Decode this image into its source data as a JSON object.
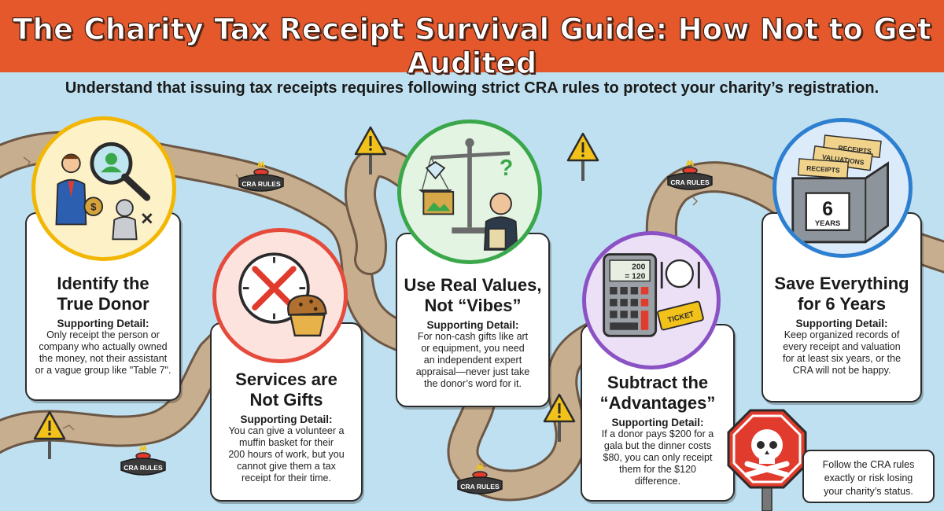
{
  "title": "The Charity Tax Receipt Survival Guide: How Not to Get Audited",
  "subtitle": "Understand that issuing tax receipts requires following strict CRA rules to protect your charity’s registration.",
  "steps": [
    {
      "title_line1": "Identify the",
      "title_line2": "True Donor",
      "label": "Supporting Detail:",
      "detail_lines": [
        "Only receipt the person or",
        "company who actually owned",
        "the money, not their assistant",
        "or a vague group like \"Table 7\"."
      ],
      "icon": "donor-search-icon",
      "accent": "#f2b705"
    },
    {
      "title_line1": "Services are",
      "title_line2": "Not Gifts",
      "label": "Supporting Detail:",
      "detail_lines": [
        "You can give a volunteer a",
        "muffin basket for their",
        "200 hours of work, but you",
        "cannot give them a tax",
        "receipt for their time."
      ],
      "icon": "crossed-clock-muffin-icon",
      "accent": "#e54b3c"
    },
    {
      "title_line1": "Use Real Values,",
      "title_line2": "Not “Vibes”",
      "label": "Supporting Detail:",
      "detail_lines": [
        "For non-cash gifts like art",
        "or equipment, you need",
        "an independent expert",
        "appraisal—never just take",
        "the donor’s word for it."
      ],
      "icon": "scale-appraiser-icon",
      "accent": "#3aa84a"
    },
    {
      "title_line1": "Subtract the",
      "title_line2": "“Advantages”",
      "label": "Supporting Detail:",
      "detail_lines": [
        "If a donor pays $200 for a",
        "gala but the dinner costs",
        "$80, you can only receipt",
        "them for the $120",
        "difference."
      ],
      "icon": "calculator-dinner-icon",
      "accent": "#8a52c4"
    },
    {
      "title_line1": "Save Everything",
      "title_line2": "for 6 Years",
      "label": "Supporting Detail:",
      "detail_lines": [
        "Keep organized records of",
        "every receipt and valuation",
        "for at least six years, or the",
        "CRA will not be happy."
      ],
      "icon": "file-box-icon",
      "accent": "#2d7fd0"
    }
  ],
  "illustration_text": {
    "calc_line1": "200",
    "calc_line2": "= 120",
    "ticket": "TICKET",
    "folder1": "RECEIPTS",
    "folder2": "VALUATIONS",
    "folder3": "RECEIPTS",
    "years_number": "6",
    "years_label": "YEARS"
  },
  "buttons": [
    "CRA RULES",
    "CRA RULES",
    "CRA RULES",
    "CRA RULES"
  ],
  "footer": {
    "line1": "Follow the CRA rules",
    "line2": "exactly or risk losing",
    "line3": "your charity’s status."
  },
  "colors": {
    "banner": "#e4582b",
    "sky": "#bfe0f0",
    "road": "#c7ae8f",
    "warning": "#f3c21a",
    "stop_sign": "#e03b2c"
  }
}
